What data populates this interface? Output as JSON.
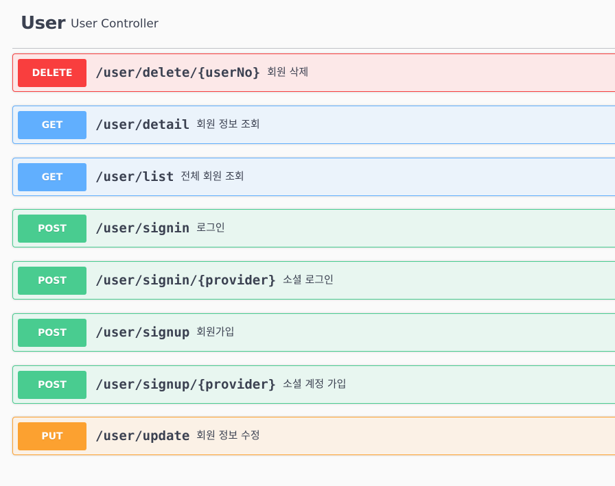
{
  "tag": {
    "name": "User",
    "description": "User Controller"
  },
  "operations": [
    {
      "method": "DELETE",
      "path": "/user/delete/{userNo}",
      "summary": "회원 삭제"
    },
    {
      "method": "GET",
      "path": "/user/detail",
      "summary": "회원 정보 조회"
    },
    {
      "method": "GET",
      "path": "/user/list",
      "summary": "전체 회원 조회"
    },
    {
      "method": "POST",
      "path": "/user/signin",
      "summary": "로그인"
    },
    {
      "method": "POST",
      "path": "/user/signin/{provider}",
      "summary": "소셜 로그인"
    },
    {
      "method": "POST",
      "path": "/user/signup",
      "summary": "회원가입"
    },
    {
      "method": "POST",
      "path": "/user/signup/{provider}",
      "summary": "소셜 계정 가입"
    },
    {
      "method": "PUT",
      "path": "/user/update",
      "summary": "회원 정보 수정"
    }
  ],
  "colors": {
    "delete": "#f93e3e",
    "get": "#61affe",
    "post": "#49cc90",
    "put": "#fca130",
    "text": "#3b4151"
  }
}
